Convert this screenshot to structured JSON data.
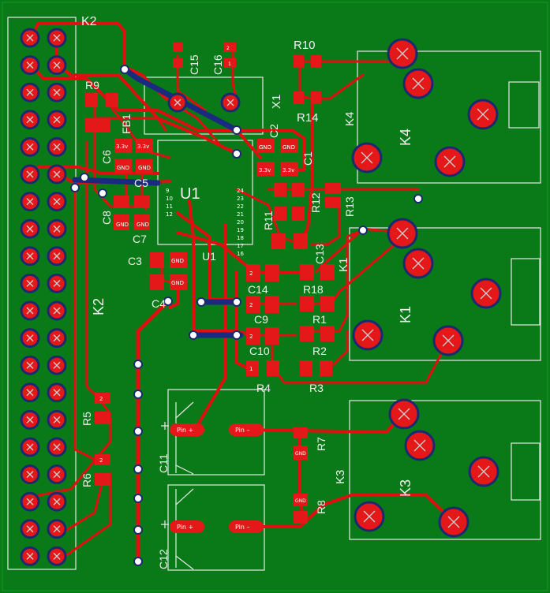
{
  "colors": {
    "board": "#0a7a18",
    "copper": "#e01010",
    "pad": "#e41818",
    "silk": "#e8e8e8",
    "ring": "#1a2a70",
    "drill": "#cccccc"
  },
  "labels": {
    "K2": "K2",
    "K2_side": "K2",
    "R9": "R9",
    "FB1": "FB1",
    "C15": "C15",
    "C16": "C16",
    "R10": "R10",
    "R14": "R14",
    "X1": "X1",
    "K4": "K4",
    "K4_side": "K4",
    "C2": "C2",
    "C1": "C1",
    "C6": "C6",
    "C5": "C5",
    "U1": "U1",
    "U1_small": "U1",
    "C8": "C8",
    "C7": "C7",
    "C3": "C3",
    "C4": "C4",
    "R11": "R11",
    "R12": "R12",
    "R13": "R13",
    "C13": "C13",
    "K1": "K1",
    "K1_side": "K1",
    "C14": "C14",
    "R18": "R18",
    "C9": "C9",
    "R1": "R1",
    "C10": "C10",
    "R2": "R2",
    "R4": "R4",
    "R3": "R3",
    "R5": "R5",
    "R6": "R6",
    "C11": "C11",
    "C12": "C12",
    "R7": "R7",
    "R8": "R8",
    "K3": "K3",
    "K3_side": "K3"
  },
  "pad_text": {
    "gnd": "GND",
    "v33": "3.3v",
    "pin_plus": "Pin +",
    "pin_minus": "Pin –",
    "p1": "1",
    "p2": "2",
    "p24": "24",
    "p23": "23",
    "p22": "22",
    "p21": "21",
    "p20": "20",
    "p19": "19",
    "p18": "18",
    "p17": "17",
    "p16": "16",
    "p9": "9",
    "p10": "10",
    "p11": "11",
    "p12": "12"
  }
}
